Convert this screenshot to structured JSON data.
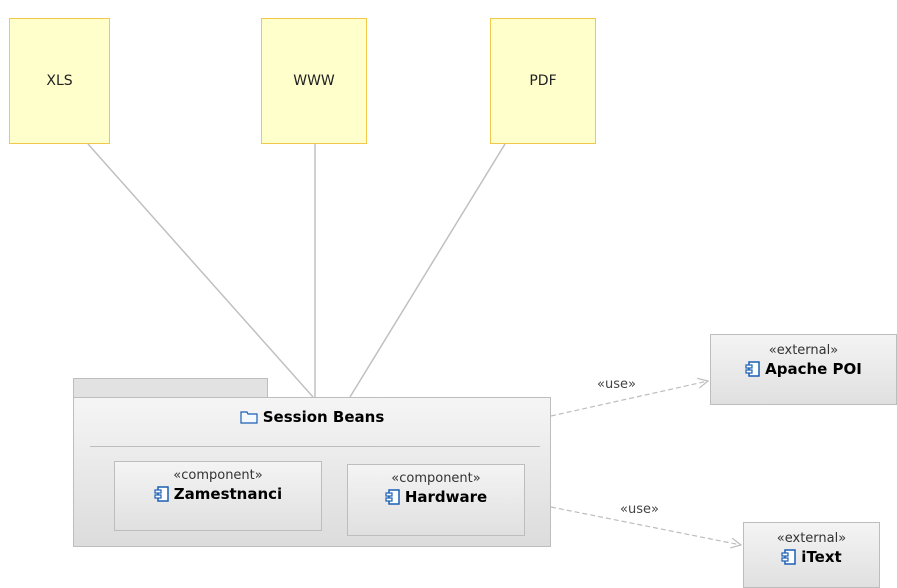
{
  "notes": [
    {
      "label": "XLS"
    },
    {
      "label": "WWW"
    },
    {
      "label": "PDF"
    }
  ],
  "package": {
    "name": "Session Beans",
    "components": [
      {
        "stereotype": "«component»",
        "name": "Zamestnanci"
      },
      {
        "stereotype": "«component»",
        "name": "Hardware"
      }
    ]
  },
  "externals": [
    {
      "stereotype": "«external»",
      "name": "Apache POI"
    },
    {
      "stereotype": "«external»",
      "name": "iText"
    }
  ],
  "dependencies": [
    {
      "label": "«use»"
    },
    {
      "label": "«use»"
    }
  ],
  "colors": {
    "note_fill": "#ffffcc",
    "note_border": "#f2c84b",
    "icon_blue": "#1a5fb4",
    "line": "#c0c0c0"
  }
}
